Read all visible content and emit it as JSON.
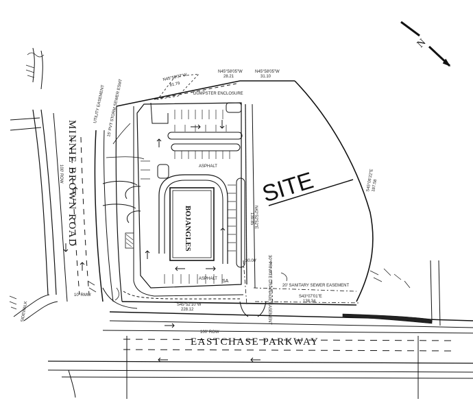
{
  "roads": {
    "minnie_brown": "MINNIE BROWN ROAD",
    "minnie_brown_row": "100' ROW",
    "eastchase": "EASTCHASE PARKWAY",
    "eastchase_row": "100' ROW"
  },
  "site_label": "SITE",
  "building_label": "BOJANGLES",
  "north_arrow_letter": "N",
  "bearings": {
    "b1": "N45°58'37\"W",
    "b1_dist": "81.79",
    "b2": "N45°58'05\"W",
    "b2_dist": "28.21",
    "b3": "N45°58'05\"W",
    "b3_dist": "31.10",
    "b4": "N42°52'52\"E",
    "b4_dist": "139.85",
    "b5": "S43°07'01\"E",
    "b5_dist": "138.34",
    "b6": "S45°06'22\"E",
    "b6_dist": "187.58",
    "b7": "S45°52'10\"W",
    "b7_dist": "228.12"
  },
  "easements": {
    "sanitary": "20' SANITARY SEWER EASEMENT",
    "private_drainage": "30' PRIVATE DRAINAGE EASEMENT",
    "utility": "UTILITY EASEMENT",
    "sewer_15": "15' PVT STORM SEWER ESMT",
    "dim_30": "30.00'"
  },
  "misc": {
    "dumpster": "DUMPSTER ENCLOSURE",
    "asphalt": "ASPHALT",
    "sa": "SA",
    "rmw": "10' RMW",
    "sidewalk": "SIDEWALK"
  }
}
